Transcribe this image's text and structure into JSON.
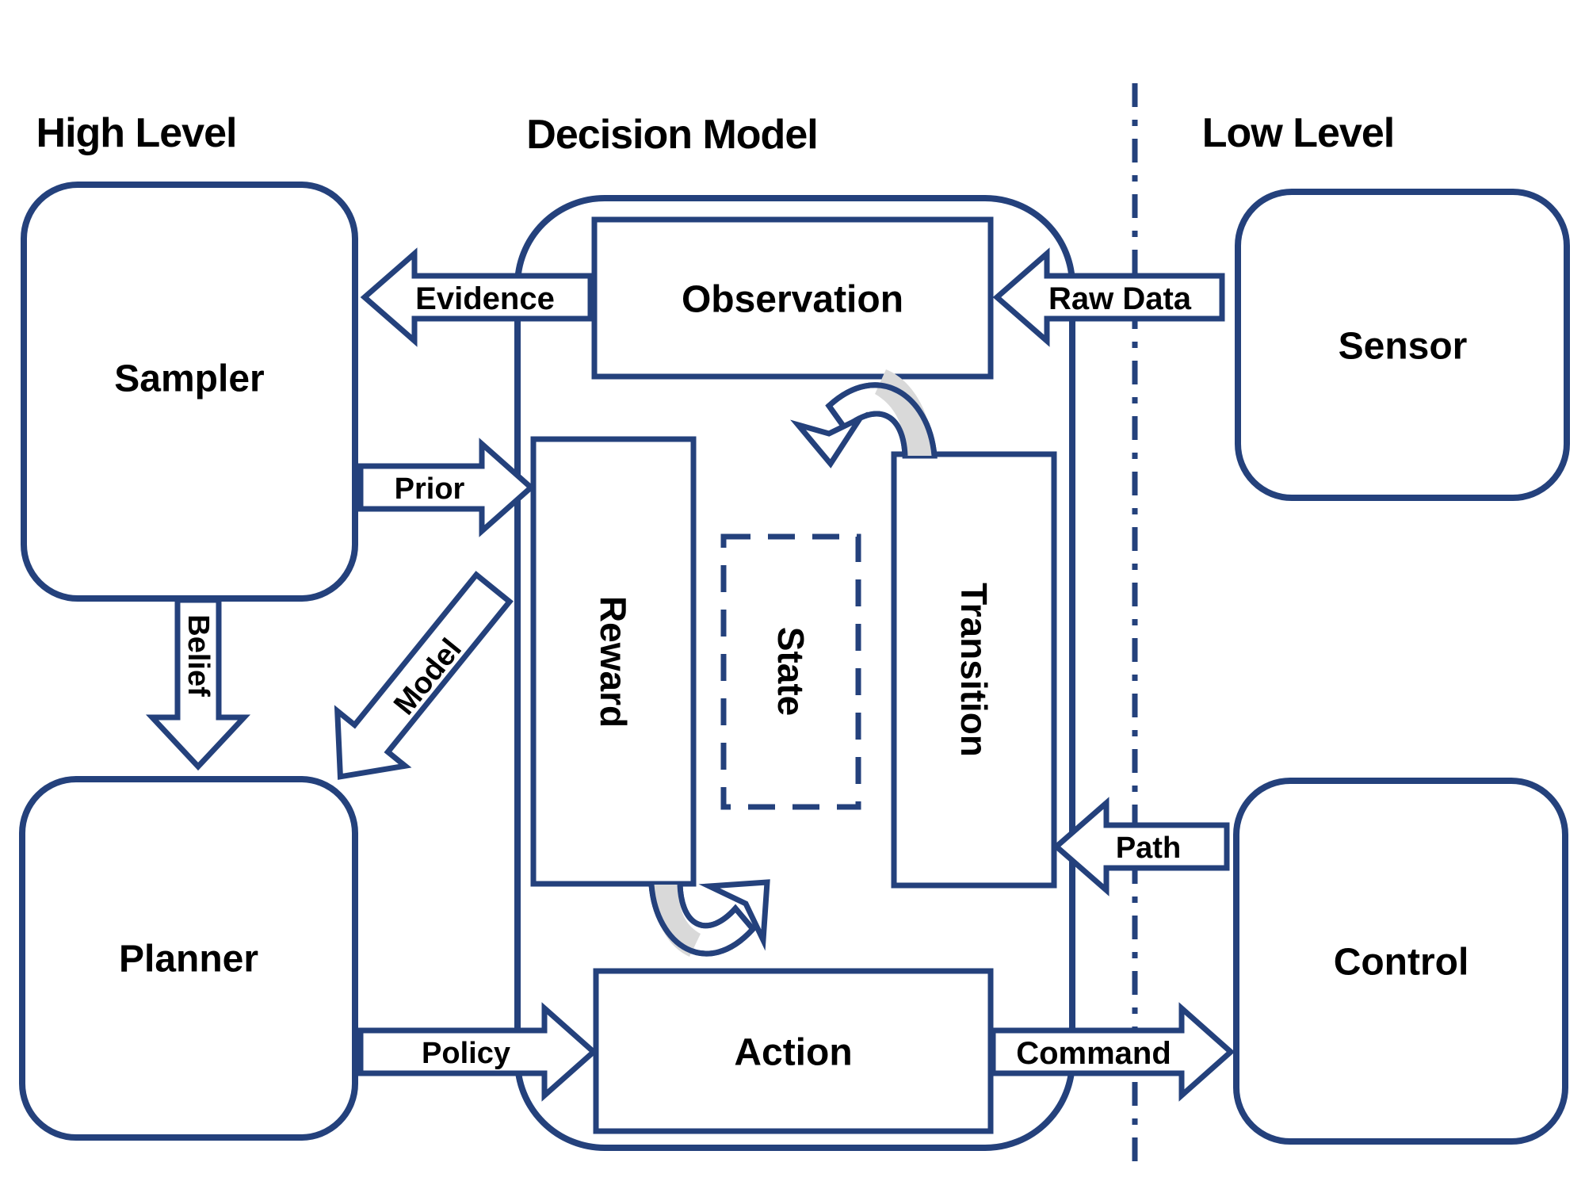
{
  "titles": {
    "high_level": "High Level",
    "decision_model": "Decision Model",
    "low_level": "Low Level"
  },
  "boxes": {
    "sampler": "Sampler",
    "planner": "Planner",
    "sensor": "Sensor",
    "control": "Control",
    "observation": "Observation",
    "action": "Action",
    "reward": "Reward",
    "state": "State",
    "transition": "Transition"
  },
  "arrows": {
    "evidence": "Evidence",
    "raw_data": "Raw Data",
    "prior": "Prior",
    "belief": "Belief",
    "model": "Model",
    "policy": "Policy",
    "command": "Command",
    "path": "Path"
  },
  "colors": {
    "line": "#24417c",
    "arrow_fill": "#ffffff",
    "curl_gray": "#d9d9d9",
    "text": "#000000"
  }
}
